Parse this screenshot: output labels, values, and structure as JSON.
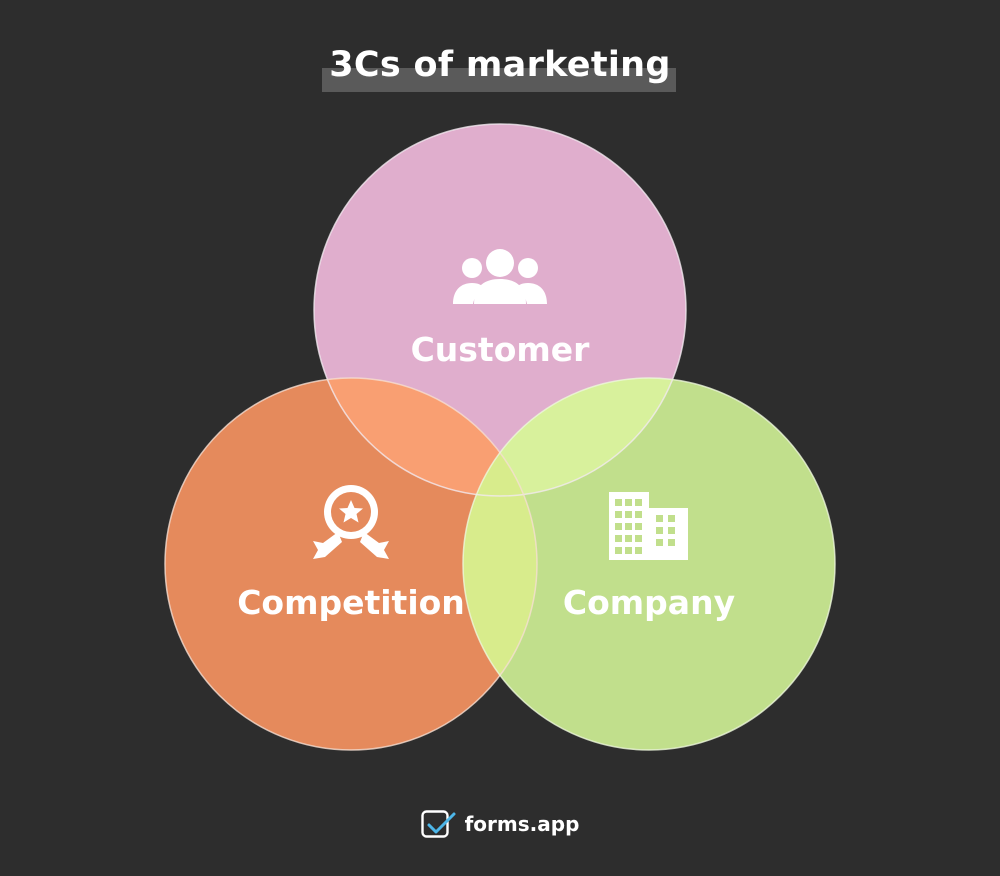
{
  "title": "3Cs of marketing",
  "circles": {
    "customer": {
      "label": "Customer",
      "icon": "people-group-icon",
      "color": "#e0aecd"
    },
    "competition": {
      "label": "Competition",
      "icon": "award-ribbon-icon",
      "color": "#e58a5c"
    },
    "company": {
      "label": "Company",
      "icon": "office-building-icon",
      "color": "#c1df8c"
    }
  },
  "overlaps": {
    "customer_competition": "#f99f72",
    "customer_company": "#d8f19c",
    "competition_company": "#d8ec8c"
  },
  "footer": {
    "brand": "forms.app",
    "icon": "forms-app-logo-icon"
  }
}
